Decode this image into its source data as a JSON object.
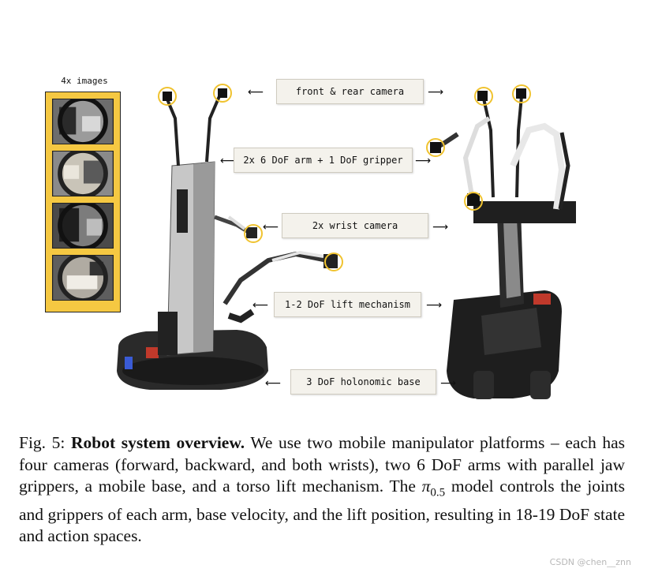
{
  "figure": {
    "strip_title": "4x images",
    "labels": {
      "front_rear_camera": "front & rear camera",
      "arm_gripper": "2x 6 DoF arm + 1 DoF gripper",
      "wrist_camera": "2x wrist camera",
      "lift": "1-2 DoF lift mechanism",
      "base": "3 DoF holonomic base"
    },
    "arrows": {
      "left": "⟵",
      "right": "⟶"
    }
  },
  "caption": {
    "prefix": "Fig. 5:",
    "bold_title": "Robot system overview.",
    "body_1": "We use two mobile manipulator platforms – each has four cameras (forward, backward, and both wrists), two 6 DoF arms with parallel jaw grippers, a mobile base, and a torso lift mechanism. The",
    "math_symbol": "π",
    "math_subscript": "0.5",
    "body_2": "model controls the joints and grippers of each arm, base velocity, and the lift position, resulting in 18-19 DoF state and action spaces."
  },
  "watermark": "CSDN @chen__znn",
  "colors": {
    "strip": "#f5c842",
    "highlight_circle": "#f0c330",
    "robot_dark": "#1e1e1e",
    "robot_silver": "#c9c9c9"
  }
}
